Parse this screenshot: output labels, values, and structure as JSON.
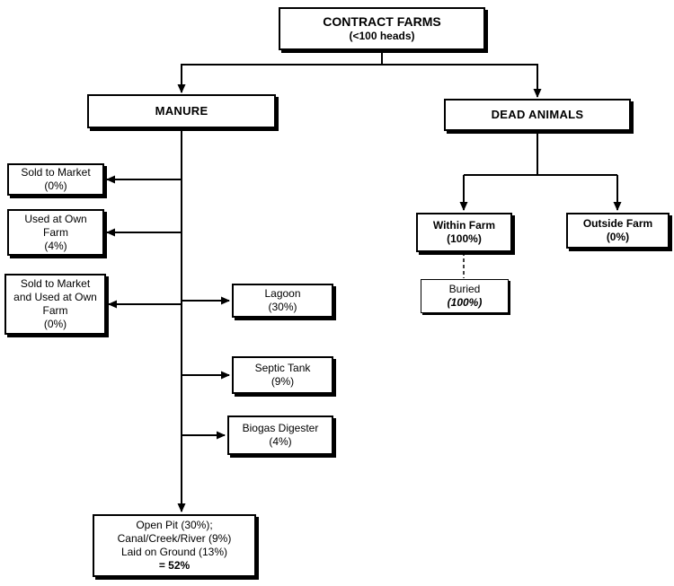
{
  "boxes": {
    "root": {
      "title": "CONTRACT FARMS",
      "subtitle": "(<100 heads)"
    },
    "manure": {
      "label": "MANURE"
    },
    "dead_animals": {
      "label": "DEAD ANIMALS"
    },
    "sold_to_market": {
      "text": "Sold to Market\n(0%)"
    },
    "used_at_own_farm": {
      "text": "Used at Own\nFarm\n(4%)"
    },
    "sold_and_used": {
      "text": "Sold to Market\nand Used at Own\nFarm\n(0%)"
    },
    "lagoon": {
      "text": "Lagoon\n(30%)"
    },
    "septic_tank": {
      "text": "Septic Tank\n(9%)"
    },
    "biogas_digester": {
      "text": "Biogas Digester\n(4%)"
    },
    "open_pit": {
      "line1": "Open Pit (30%);",
      "line2": "Canal/Creek/River (9%)",
      "line3": "Laid on Ground (13%)",
      "total": "= 52%"
    },
    "within_farm": {
      "text": "Within Farm\n(100%)"
    },
    "outside_farm": {
      "text": "Outside Farm\n(0%)"
    },
    "buried": {
      "label": "Buried",
      "value": "(100%)"
    }
  },
  "colors": {
    "line": "#000000",
    "box_bg": "#ffffff"
  }
}
